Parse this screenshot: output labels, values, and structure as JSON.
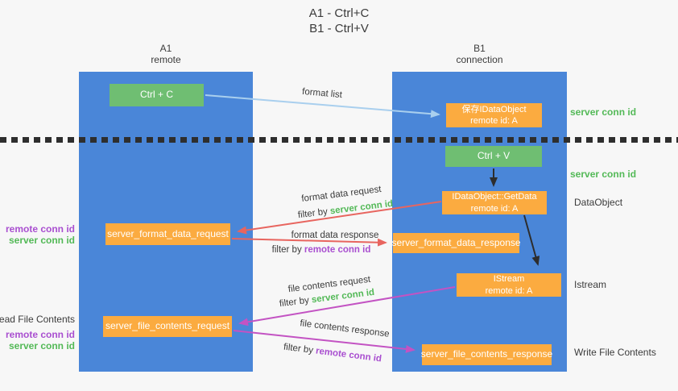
{
  "title": {
    "line1": "A1 - Ctrl+C",
    "line2": "B1 - Ctrl+V"
  },
  "columns": {
    "left": {
      "name": "A1",
      "role": "remote"
    },
    "right": {
      "name": "B1",
      "role": "connection"
    }
  },
  "nodes": {
    "ctrl_c": {
      "label": "Ctrl + C"
    },
    "ctrl_v": {
      "label": "Ctrl + V"
    },
    "save_dataobject": {
      "line1": "保存IDataObject",
      "line2": "remote id: A"
    },
    "getdata": {
      "line1": "IDataObject::GetData",
      "line2": "remote id: A"
    },
    "istream": {
      "line1": "IStream",
      "line2": "remote id: A"
    },
    "server_format_data_request": {
      "label": "server_format_data_request"
    },
    "server_format_data_response": {
      "label": "server_format_data_response"
    },
    "server_file_contents_request": {
      "label": "server_file_contents_request"
    },
    "server_file_contents_response": {
      "label": "server_file_contents_response"
    }
  },
  "edge_labels": {
    "format_list": "format list",
    "format_data_request": "format data request",
    "format_data_response": "format data response",
    "file_contents_request": "file contents request",
    "file_contents_response": "file contents response",
    "filter_by_prefix": "filter by",
    "server_conn_id": "server conn id",
    "remote_conn_id": "remote conn id"
  },
  "side_labels": {
    "server_conn_id_right_top": "server conn id",
    "server_conn_id_right_mid": "server conn id",
    "dataobject": "DataObject",
    "istream": "Istream",
    "write_file_contents": "Write File Contents",
    "read_file_contents": "Read File Contents",
    "remote_conn_id": "remote conn id",
    "server_conn_id": "server conn id"
  },
  "colors": {
    "column_blue": "#4a86d8",
    "box_green": "#6fbe72",
    "box_orange": "#fbab40",
    "text_green": "#53b957",
    "text_purple": "#a94fd0",
    "arrow_red": "#e8655f",
    "arrow_magenta": "#c353c3",
    "arrow_light_blue": "#a9cfee",
    "arrow_black": "#2d2d2d",
    "background": "#f7f7f7"
  }
}
